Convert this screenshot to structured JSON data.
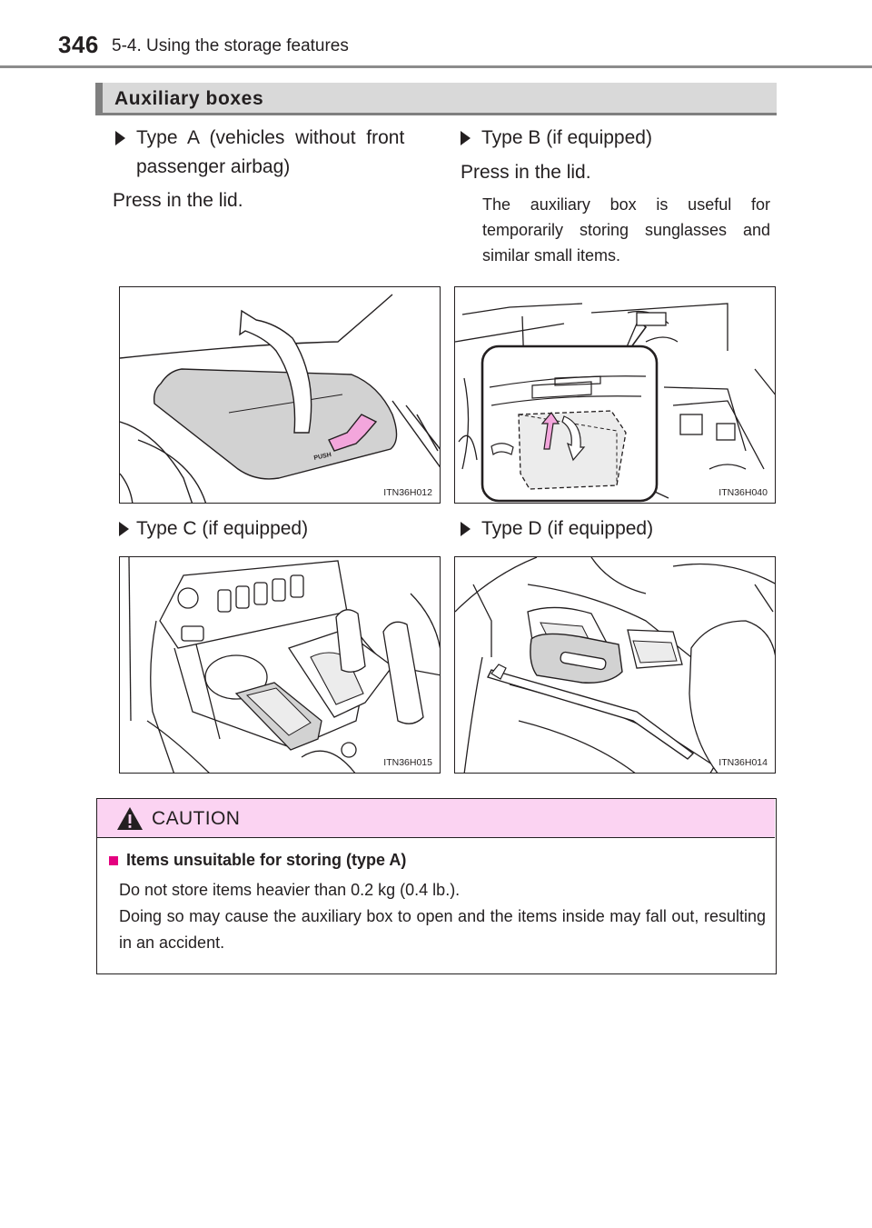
{
  "header": {
    "page_number": "346",
    "section": "5-4. Using the storage features"
  },
  "heading": "Auxiliary boxes",
  "type_a": {
    "label_line1": "Type  A  (vehicles  without  front",
    "label_line2": "passenger airbag)",
    "instruction": "Press in the lid."
  },
  "type_b": {
    "label": "Type B (if equipped)",
    "instruction": "Press in the lid.",
    "note": "The auxiliary box is useful for temporarily storing sunglasses and similar small items."
  },
  "type_c": {
    "label": "Type C (if equipped)"
  },
  "type_d": {
    "label": "Type D (if equipped)"
  },
  "figures": {
    "a": {
      "code": "ITN36H012",
      "push_label": "PUSH"
    },
    "b": {
      "code": "ITN36H040"
    },
    "c": {
      "code": "ITN36H015"
    },
    "d": {
      "code": "ITN36H014"
    }
  },
  "caution": {
    "title": "CAUTION",
    "item_title": "Items unsuitable for storing (type A)",
    "line1": "Do not store items heavier than 0.2 kg (0.4 lb.).",
    "line2": "Doing so may cause the auxiliary box to open and the items inside may fall out, resulting in an accident."
  },
  "colors": {
    "highlight_pink": "#f3a6dc",
    "caution_header": "#fbd3f2",
    "caution_bullet": "#e4007f",
    "lid_gray": "#d2d2d2"
  }
}
